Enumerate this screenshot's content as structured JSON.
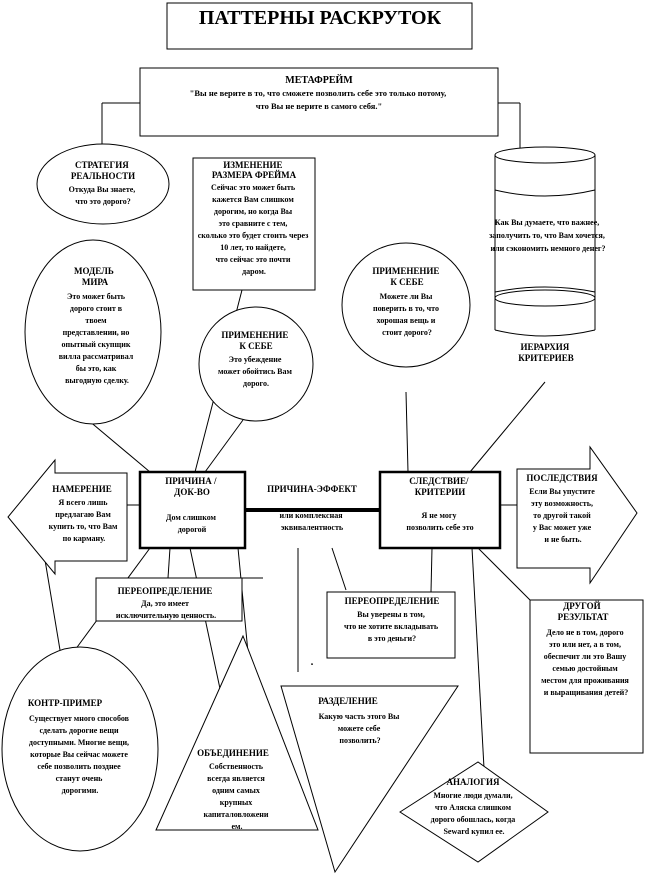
{
  "title": "ПАТТЕРНЫ  РАСКРУТОК",
  "metaframe": {
    "heading": "МЕТАФРЕЙМ",
    "lines": [
      "\"Вы не верите в то, что сможете позволить себе это только потому,",
      "что Вы не верите в самого себя.\""
    ]
  },
  "reality_strategy": {
    "heading": [
      "СТРАТЕГИЯ",
      "РЕАЛЬНОСТИ"
    ],
    "lines": [
      "Откуда Вы знаете,",
      "что это дорого?"
    ]
  },
  "frame_size": {
    "heading": [
      "ИЗМЕНЕНИЕ",
      "РАЗМЕРА ФРЕЙМА"
    ],
    "lines": [
      "Сейчас это может быть",
      "кажется Вам слишком",
      "дорогим, но когда Вы",
      "это сравните с тем,",
      "сколько это будет стоить через",
      "10 лет, то найдете,",
      "что сейчас это почти",
      "даром."
    ]
  },
  "criteria_question": [
    "Как Вы думаете, что важнее,",
    "заполучить то, что Вам хочется,",
    "или сэкономить немного денег?"
  ],
  "hierarchy": [
    "ИЕРАРХИЯ",
    "КРИТЕРИЕВ"
  ],
  "world_model": {
    "heading": [
      "МОДЕЛЬ",
      "МИРА"
    ],
    "lines": [
      "Это может быть",
      "дорого стоит в",
      "твоем",
      "представлении, но",
      "опытный скупщик",
      "вилла рассматривал",
      "бы это, как",
      "выгодную сделку."
    ]
  },
  "self_apply_left": {
    "heading": [
      "ПРИМЕНЕНИЕ",
      "К СЕБЕ"
    ],
    "lines": [
      "Это убеждение",
      "может обойтись Вам",
      "дорого."
    ]
  },
  "self_apply_right": {
    "heading": [
      "ПРИМЕНЕНИЕ",
      "К СЕБЕ"
    ],
    "lines": [
      "Можете ли Вы",
      "поверить в то, что",
      "хорошая вещь и",
      "стоит дорого?"
    ]
  },
  "intention": {
    "heading": "НАМЕРЕНИЕ",
    "lines": [
      "Я всего лишь",
      "предлагаю Вам",
      "купить то, что Вам",
      "по карману."
    ]
  },
  "cause": {
    "heading": [
      "ПРИЧИНА /",
      "ДОК-ВО"
    ],
    "lines": [
      "Дом слишком",
      "дорогой"
    ]
  },
  "cause_effect": "ПРИЧИНА-ЭФФЕКТ",
  "complex_equivalence": [
    "или комплексная",
    "эквивалентность"
  ],
  "effect": {
    "heading": [
      "СЛЕДСТВИЕ/",
      "КРИТЕРИИ"
    ],
    "lines": [
      "Я не могу",
      "позволить себе это"
    ]
  },
  "consequence": {
    "heading": "ПОСЛЕДСТВИЯ",
    "lines": [
      "Если Вы упустите",
      "эту возможность,",
      "то другой такой",
      "у Вас может уже",
      "и не быть."
    ]
  },
  "redefine_left": {
    "heading": "ПЕРЕОПРЕДЕЛЕНИЕ",
    "lines": [
      "Да, это имеет",
      "исключительную ценность."
    ]
  },
  "redefine_right": {
    "heading": "ПЕРЕОПРЕДЕЛЕНИЕ",
    "lines": [
      "Вы уверены в том,",
      "что не хотите вкладывать",
      "в это деньги?"
    ]
  },
  "another_outcome": {
    "heading": [
      "ДРУГОЙ",
      "РЕЗУЛЬТАТ"
    ],
    "lines": [
      "Дело не в том, дорого",
      "это или нет, а в том,",
      "обеспечит ли это Вашу",
      "семью достойным",
      "местом для проживания",
      "и выращивания детей?"
    ]
  },
  "counter_example": {
    "heading": "КОНТР-ПРИМЕР",
    "lines": [
      "Существует много способов",
      "сделать дорогие вещи",
      "доступными. Многие вещи,",
      "которые Вы сейчас можете",
      "себе позволить позднее",
      "станут очень",
      "дорогими."
    ]
  },
  "chunk_up": {
    "heading": "ОБЪЕДИНЕНИЕ",
    "lines": [
      "Собственность",
      "всегда является",
      "одним самых",
      "крупных",
      "капиталовложени",
      "ем."
    ]
  },
  "chunk_down": {
    "heading": "РАЗДЕЛЕНИЕ",
    "lines": [
      "Какую часть этого Вы",
      "можете себе",
      "позволить?"
    ]
  },
  "analogy": {
    "heading": "АНАЛОГИЯ",
    "lines": [
      "Многие люди думали,",
      "что Аляска слишком",
      "дорого обошлась, когда",
      "Seward купил ее."
    ]
  },
  "dot": "."
}
